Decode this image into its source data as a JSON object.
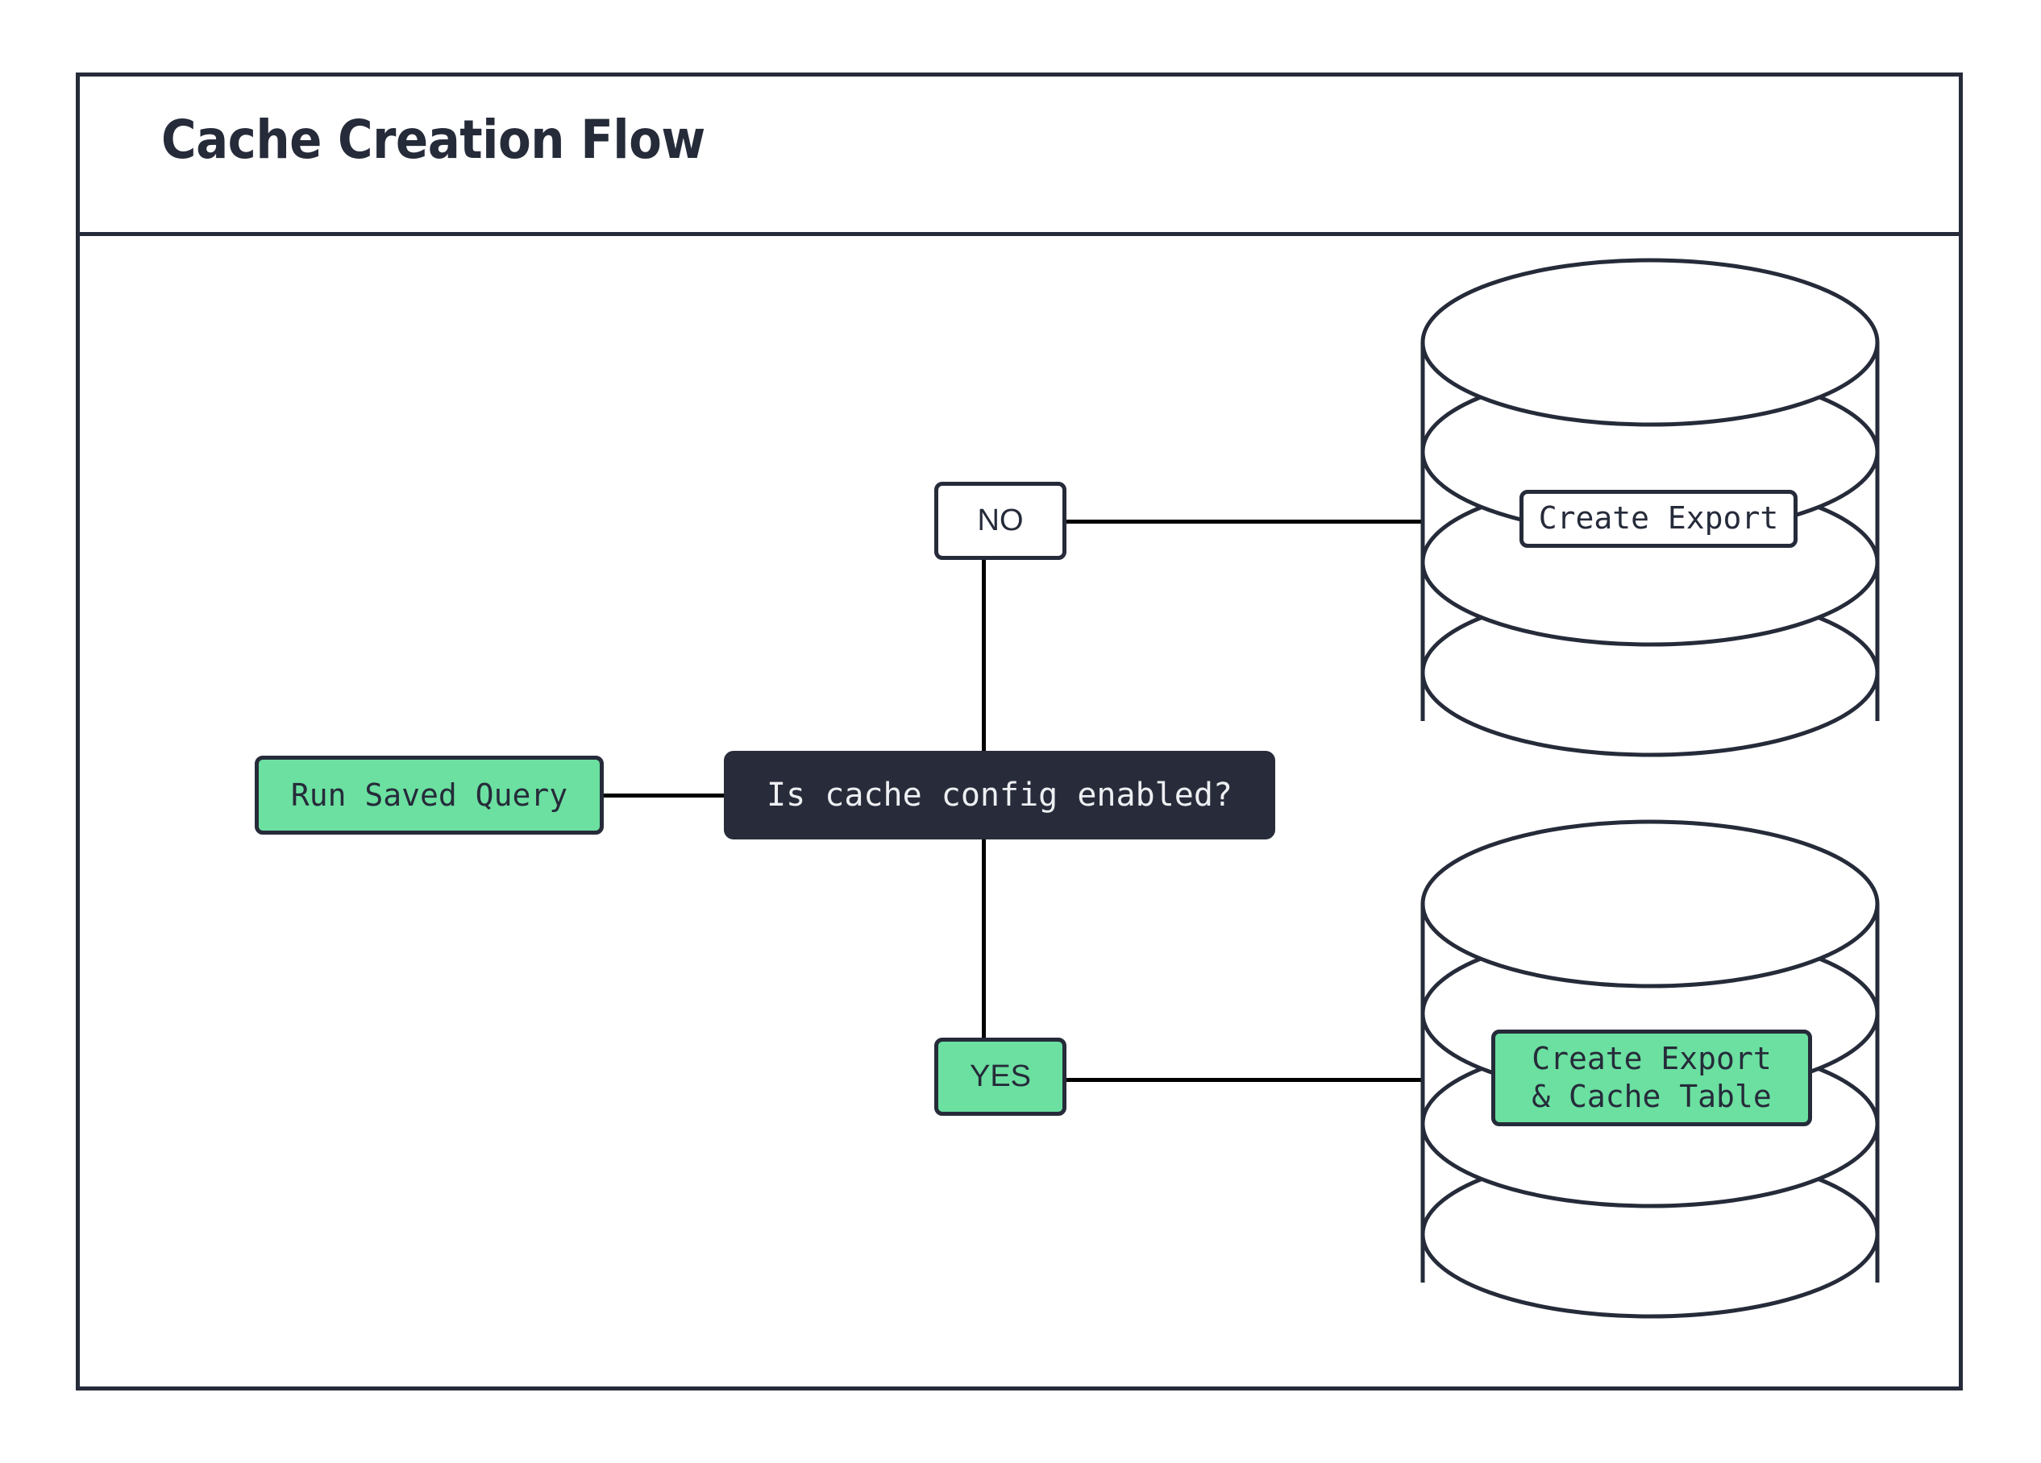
{
  "diagram": {
    "title": "Cache Creation Flow",
    "background": "#ffffff",
    "frame_color": "#262B3A",
    "accent_green": "#6BE0A0",
    "dark_navy": "#282C3A",
    "edge_color": "#000000"
  },
  "nodes": {
    "start": {
      "label": "Run Saved Query",
      "shape": "rounded-rect",
      "fill": "#6BE0A0"
    },
    "decision": {
      "label": "Is cache config enabled?",
      "shape": "rounded-rect",
      "fill": "#282C3A"
    },
    "branch_no": {
      "label": "NO",
      "shape": "rounded-rect",
      "fill": "#ffffff"
    },
    "branch_yes": {
      "label": "YES",
      "shape": "rounded-rect",
      "fill": "#6BE0A0"
    },
    "db_top": {
      "label": "Create Export",
      "shape": "database-cylinder",
      "fill": "#ffffff"
    },
    "db_bottom": {
      "label": "Create Export\n& Cache Table",
      "shape": "database-cylinder",
      "fill": "#6BE0A0"
    }
  },
  "edges": [
    {
      "from": "start",
      "to": "decision",
      "orientation": "horizontal"
    },
    {
      "from": "decision",
      "to": "branch_no",
      "orientation": "vertical"
    },
    {
      "from": "decision",
      "to": "branch_yes",
      "orientation": "vertical"
    },
    {
      "from": "branch_no",
      "to": "db_top",
      "orientation": "horizontal"
    },
    {
      "from": "branch_yes",
      "to": "db_bottom",
      "orientation": "horizontal"
    }
  ]
}
